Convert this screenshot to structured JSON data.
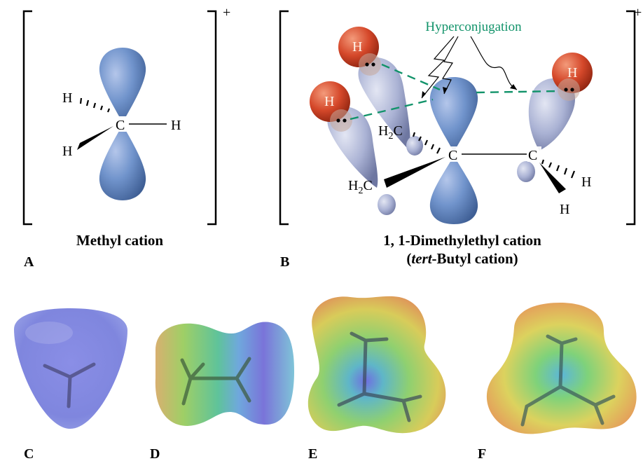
{
  "panel_a": {
    "letter": "A",
    "caption": "Methyl cation",
    "charge": "+",
    "carbon": "C",
    "h1": "H",
    "h2": "H",
    "h3": "H"
  },
  "panel_b": {
    "letter": "B",
    "caption_line1": "1, 1-Dimethylethyl cation",
    "caption_line2_italic": "tert",
    "caption_line2_rest": "-Butyl cation)",
    "caption_line2_open": "(",
    "charge": "+",
    "annotation": "Hyperconjugation",
    "center_c": "C",
    "right_c": "C",
    "ch2_upper_h": "H",
    "ch2_upper_sub": "2",
    "ch2_upper_c": "C",
    "ch2_lower_h": "H",
    "ch2_lower_sub": "2",
    "ch2_lower_c": "C",
    "h_right": "H",
    "h_bottom": "H",
    "h_ball_1": "H",
    "h_ball_2": "H",
    "h_ball_3": "H"
  },
  "maps": {
    "c": "C",
    "d": "D",
    "e": "E",
    "f": "F"
  },
  "colors": {
    "orbital_blue": "#6f8fc4",
    "orbital_lavender": "#a8b0d2",
    "hydrogen_red": "#d94a2a",
    "annotation_green": "#12936a"
  }
}
